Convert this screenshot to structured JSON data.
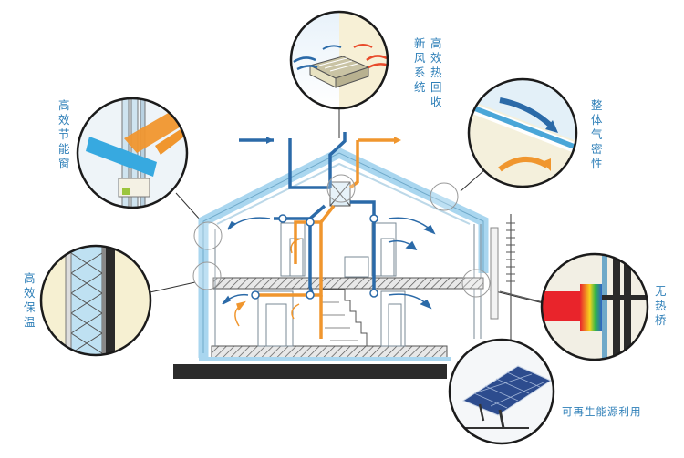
{
  "labels": {
    "fresh_air_system": "新风系统",
    "heat_recovery": "高效热回收",
    "energy_window": "高效节能窗",
    "airtightness": "整体气密性",
    "insulation": "高效保温",
    "thermal_bridge": "无热桥",
    "renewable": "可再生能源利用"
  },
  "colors": {
    "label_blue": "#2e7fb8",
    "duct_blue": "#2b6aa8",
    "duct_orange": "#f0962e",
    "wall_blue": "#a9d6ef",
    "ground": "#2b2b2b"
  },
  "icons": [
    "fresh-air-unit-icon",
    "window-frame-icon",
    "airtight-layer-icon",
    "insulation-layer-icon",
    "thermal-bridge-icon",
    "solar-panel-icon"
  ]
}
